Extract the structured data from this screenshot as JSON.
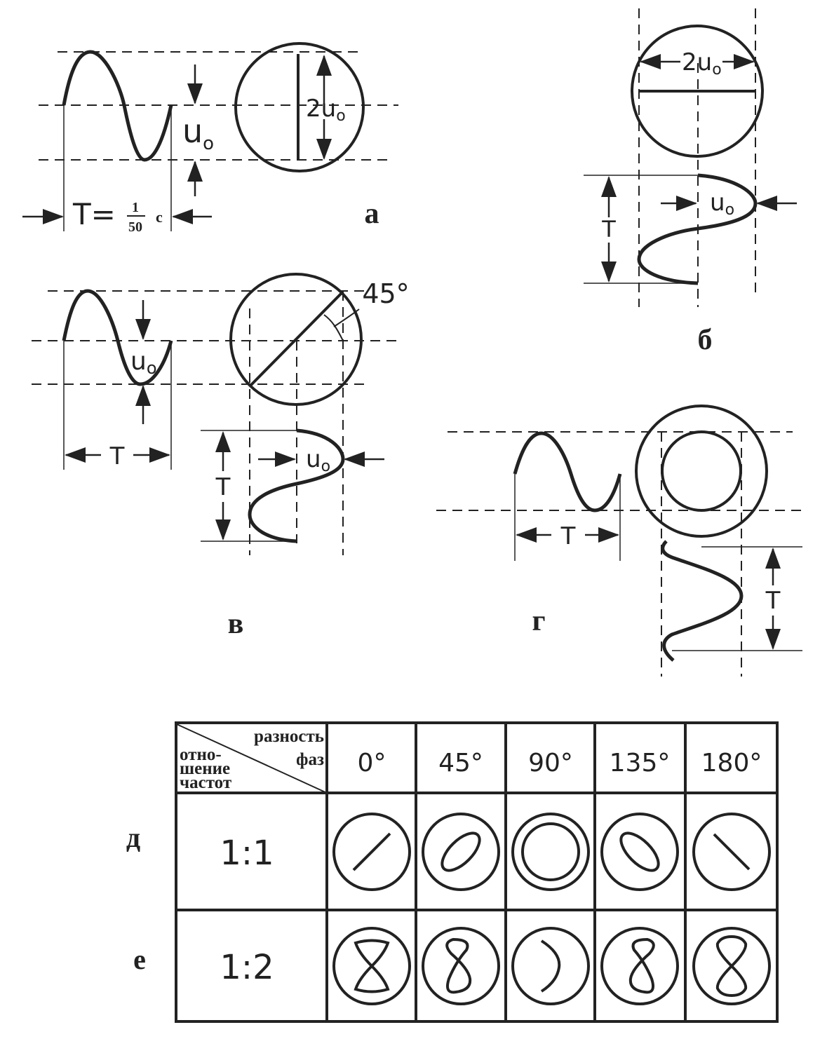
{
  "panels": {
    "a": {
      "letter": "а",
      "u_label": "u",
      "u_sub": "o",
      "amp_label": "2u",
      "amp_sub": "o",
      "period_prefix": "T=",
      "period_num": "1",
      "period_den": "50",
      "period_unit": "с"
    },
    "b": {
      "letter": "б",
      "amp_label": "2u",
      "amp_sub": "o",
      "u_label": "u",
      "u_sub": "o",
      "period_label": "T"
    },
    "v": {
      "letter": "в",
      "angle_label": "45°",
      "u_label": "u",
      "u_sub": "o",
      "u2_label": "u",
      "u2_sub": "o",
      "period_h_label": "T",
      "period_v_label": "T"
    },
    "g": {
      "letter": "г",
      "period_h_label": "T",
      "period_v_label": "T"
    }
  },
  "table": {
    "header_top": "разность",
    "header_top2": "фаз",
    "header_bottom1": "отно-",
    "header_bottom2": "шение",
    "header_bottom3": "частот",
    "phases": [
      "0°",
      "45°",
      "90°",
      "135°",
      "180°"
    ],
    "rows": [
      {
        "letter": "д",
        "ratio": "1:1"
      },
      {
        "letter": "е",
        "ratio": "1:2"
      }
    ]
  },
  "colors": {
    "ink": "#222222",
    "paper": "#ffffff"
  }
}
